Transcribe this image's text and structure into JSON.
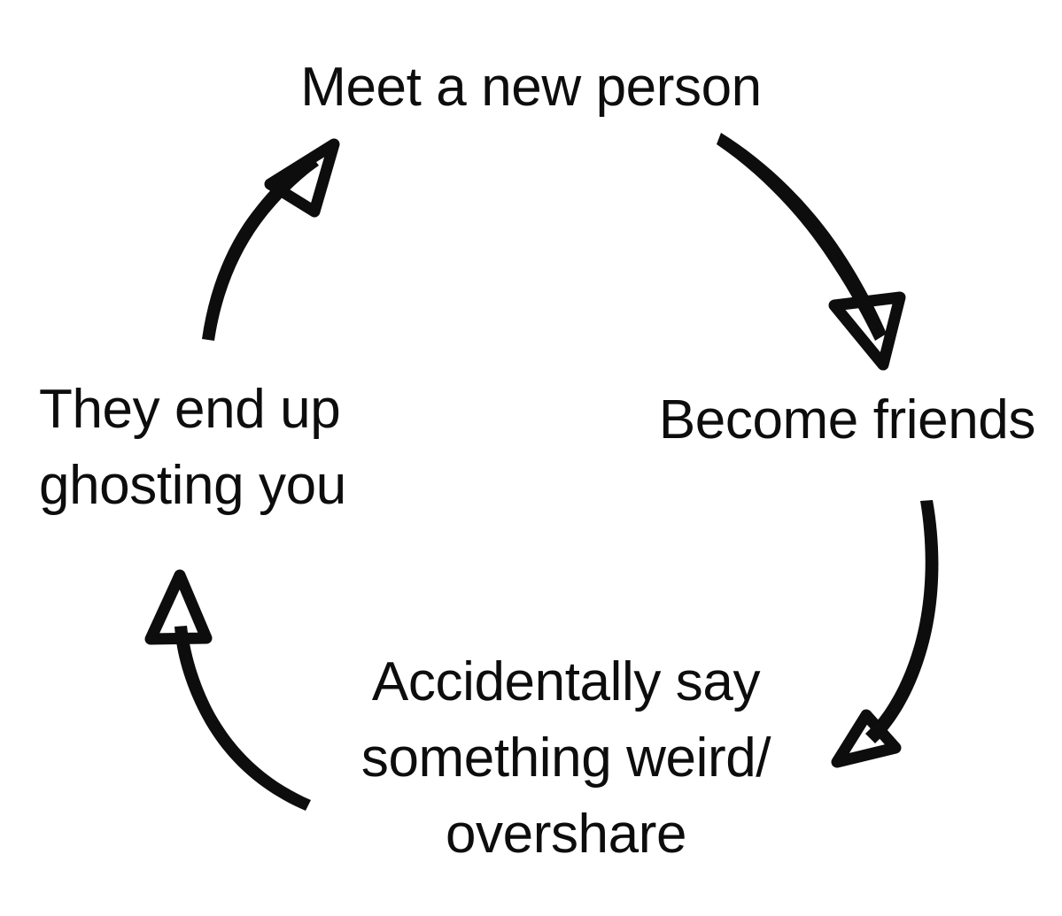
{
  "diagram": {
    "type": "cycle",
    "background_color": "#ffffff",
    "ink_color": "#0d0d0d",
    "stage_count": 4,
    "direction": "clockwise",
    "stages": [
      {
        "id": "meet",
        "position": "top",
        "lines": [
          "Meet a new person"
        ],
        "text": "Meet a new person"
      },
      {
        "id": "become-friends",
        "position": "right",
        "lines": [
          "Become friends"
        ],
        "text": "Become friends"
      },
      {
        "id": "overshare",
        "position": "bottom",
        "lines": [
          "Accidentally say",
          "something weird/",
          "overshare"
        ],
        "text": "Accidentally say something weird/ overshare"
      },
      {
        "id": "ghosting",
        "position": "left",
        "lines": [
          "They end up",
          "ghosting you"
        ],
        "text": "They end up ghosting you"
      }
    ],
    "arrows": [
      {
        "id": "meet-to-friends",
        "from": "meet",
        "to": "become-friends",
        "position": "top-right",
        "style": "hand-drawn-curve",
        "head": "open-triangle",
        "points_toward": "down-right"
      },
      {
        "id": "friends-to-overshare",
        "from": "become-friends",
        "to": "overshare",
        "position": "bottom-right",
        "style": "hand-drawn-curve",
        "head": "open-triangle",
        "points_toward": "down-left"
      },
      {
        "id": "overshare-to-ghosting",
        "from": "overshare",
        "to": "ghosting",
        "position": "bottom-left",
        "style": "hand-drawn-curve",
        "head": "open-triangle",
        "points_toward": "up"
      },
      {
        "id": "ghosting-to-meet",
        "from": "ghosting",
        "to": "meet",
        "position": "top-left",
        "style": "hand-drawn-curve",
        "head": "open-triangle",
        "points_toward": "up-right"
      }
    ]
  }
}
